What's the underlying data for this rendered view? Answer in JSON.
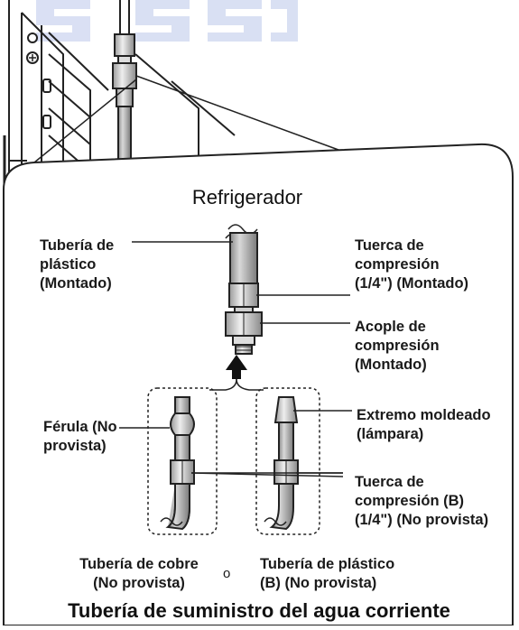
{
  "title": "Refrigerador",
  "labels": {
    "plastic_tubing": "Tubería de\nplástico\n(Montado)",
    "compression_nut": "Tuerca de\ncompresión\n(1/4\") (Montado)",
    "compression_coupling": "Acople de\ncompresión\n(Montado)",
    "ferrule": "Férula (No\nprovista)",
    "molded_end": "Extremo moldeado\n(lámpara)",
    "compression_nut_b": "Tuerca de\ncompresión (B)\n(1/4\") (No provista)",
    "copper_tubing": "Tubería de cobre\n(No provista)",
    "or": "o",
    "plastic_tubing_b": "Tubería de plástico\n(B) (No provista)"
  },
  "bottom_title": "Tubería de suministro del agua corriente",
  "colors": {
    "watermark": "#c9d3ee",
    "outline": "#222222",
    "tube_fill": "#a6a6a6",
    "tube_highlight": "#d9d9d9"
  },
  "icons": [
    "refrigerator-panel",
    "upward-arrow-icon",
    "dashed-detail-box"
  ]
}
